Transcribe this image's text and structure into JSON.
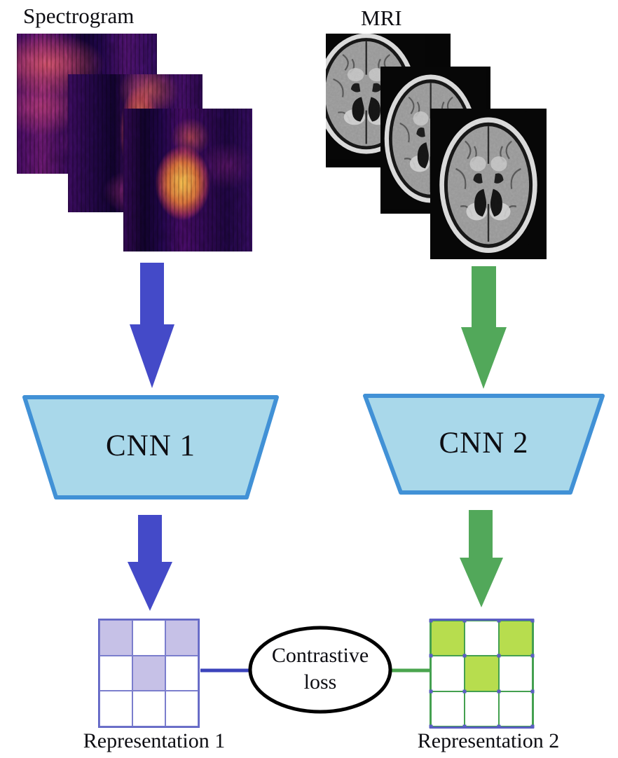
{
  "diagram": {
    "spectrogram_label": "Spectrogram",
    "mri_label": "MRI",
    "cnn1_label": "CNN 1",
    "cnn2_label": "CNN 2",
    "loss_line1": "Contrastive",
    "loss_line2": "loss",
    "representation1_label": "Representation 1",
    "representation2_label": "Representation 2"
  },
  "colors": {
    "arrow_blue": "#444ac8",
    "arrow_green": "#52a85a",
    "cnn_fill": "#a9d8ea",
    "cnn_border": "#4191d6",
    "connector_blue": "#3b43bb",
    "connector_green": "#4aa54e",
    "ellipse_border": "#000000",
    "ellipse_fill": "#ffffff",
    "text_color": "#0d0d12"
  },
  "representation1_grid": {
    "rows": 3,
    "cols": 3,
    "filled": [
      [
        1,
        0,
        1
      ],
      [
        0,
        1,
        0
      ],
      [
        0,
        0,
        0
      ]
    ],
    "fill_color": "#c6c1e7",
    "line_color": "#7b7ecd"
  },
  "representation2_grid": {
    "rows": 3,
    "cols": 3,
    "filled": [
      [
        1,
        0,
        1
      ],
      [
        0,
        1,
        0
      ],
      [
        0,
        0,
        0
      ]
    ],
    "fill_color": "#b7dd4e",
    "line_color": "#44a050",
    "accent_color": "#5a5ec2"
  }
}
